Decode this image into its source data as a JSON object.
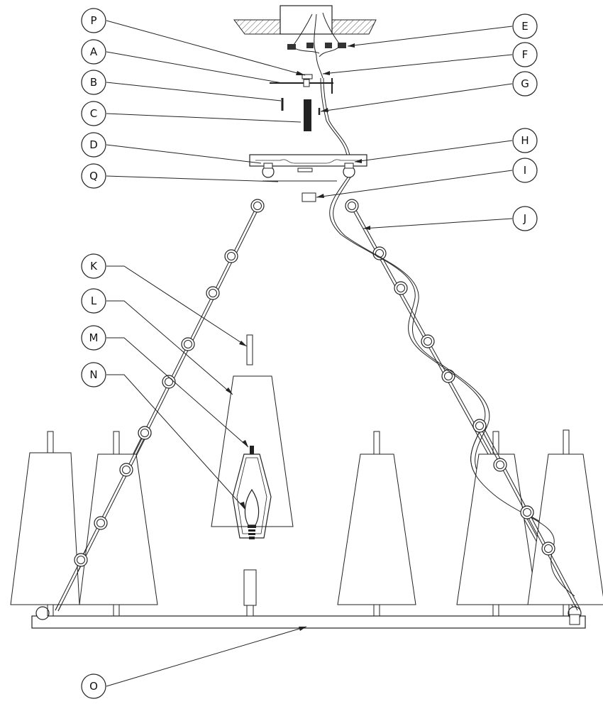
{
  "callouts": [
    {
      "id": "P",
      "label": "P"
    },
    {
      "id": "A",
      "label": "A"
    },
    {
      "id": "B",
      "label": "B"
    },
    {
      "id": "C",
      "label": "C"
    },
    {
      "id": "D",
      "label": "D"
    },
    {
      "id": "Q",
      "label": "Q"
    },
    {
      "id": "K",
      "label": "K"
    },
    {
      "id": "L",
      "label": "L"
    },
    {
      "id": "M",
      "label": "M"
    },
    {
      "id": "N",
      "label": "N"
    },
    {
      "id": "E",
      "label": "E"
    },
    {
      "id": "F",
      "label": "F"
    },
    {
      "id": "G",
      "label": "G"
    },
    {
      "id": "H",
      "label": "H"
    },
    {
      "id": "I",
      "label": "I"
    },
    {
      "id": "J",
      "label": "J"
    },
    {
      "id": "O",
      "label": "O"
    }
  ]
}
